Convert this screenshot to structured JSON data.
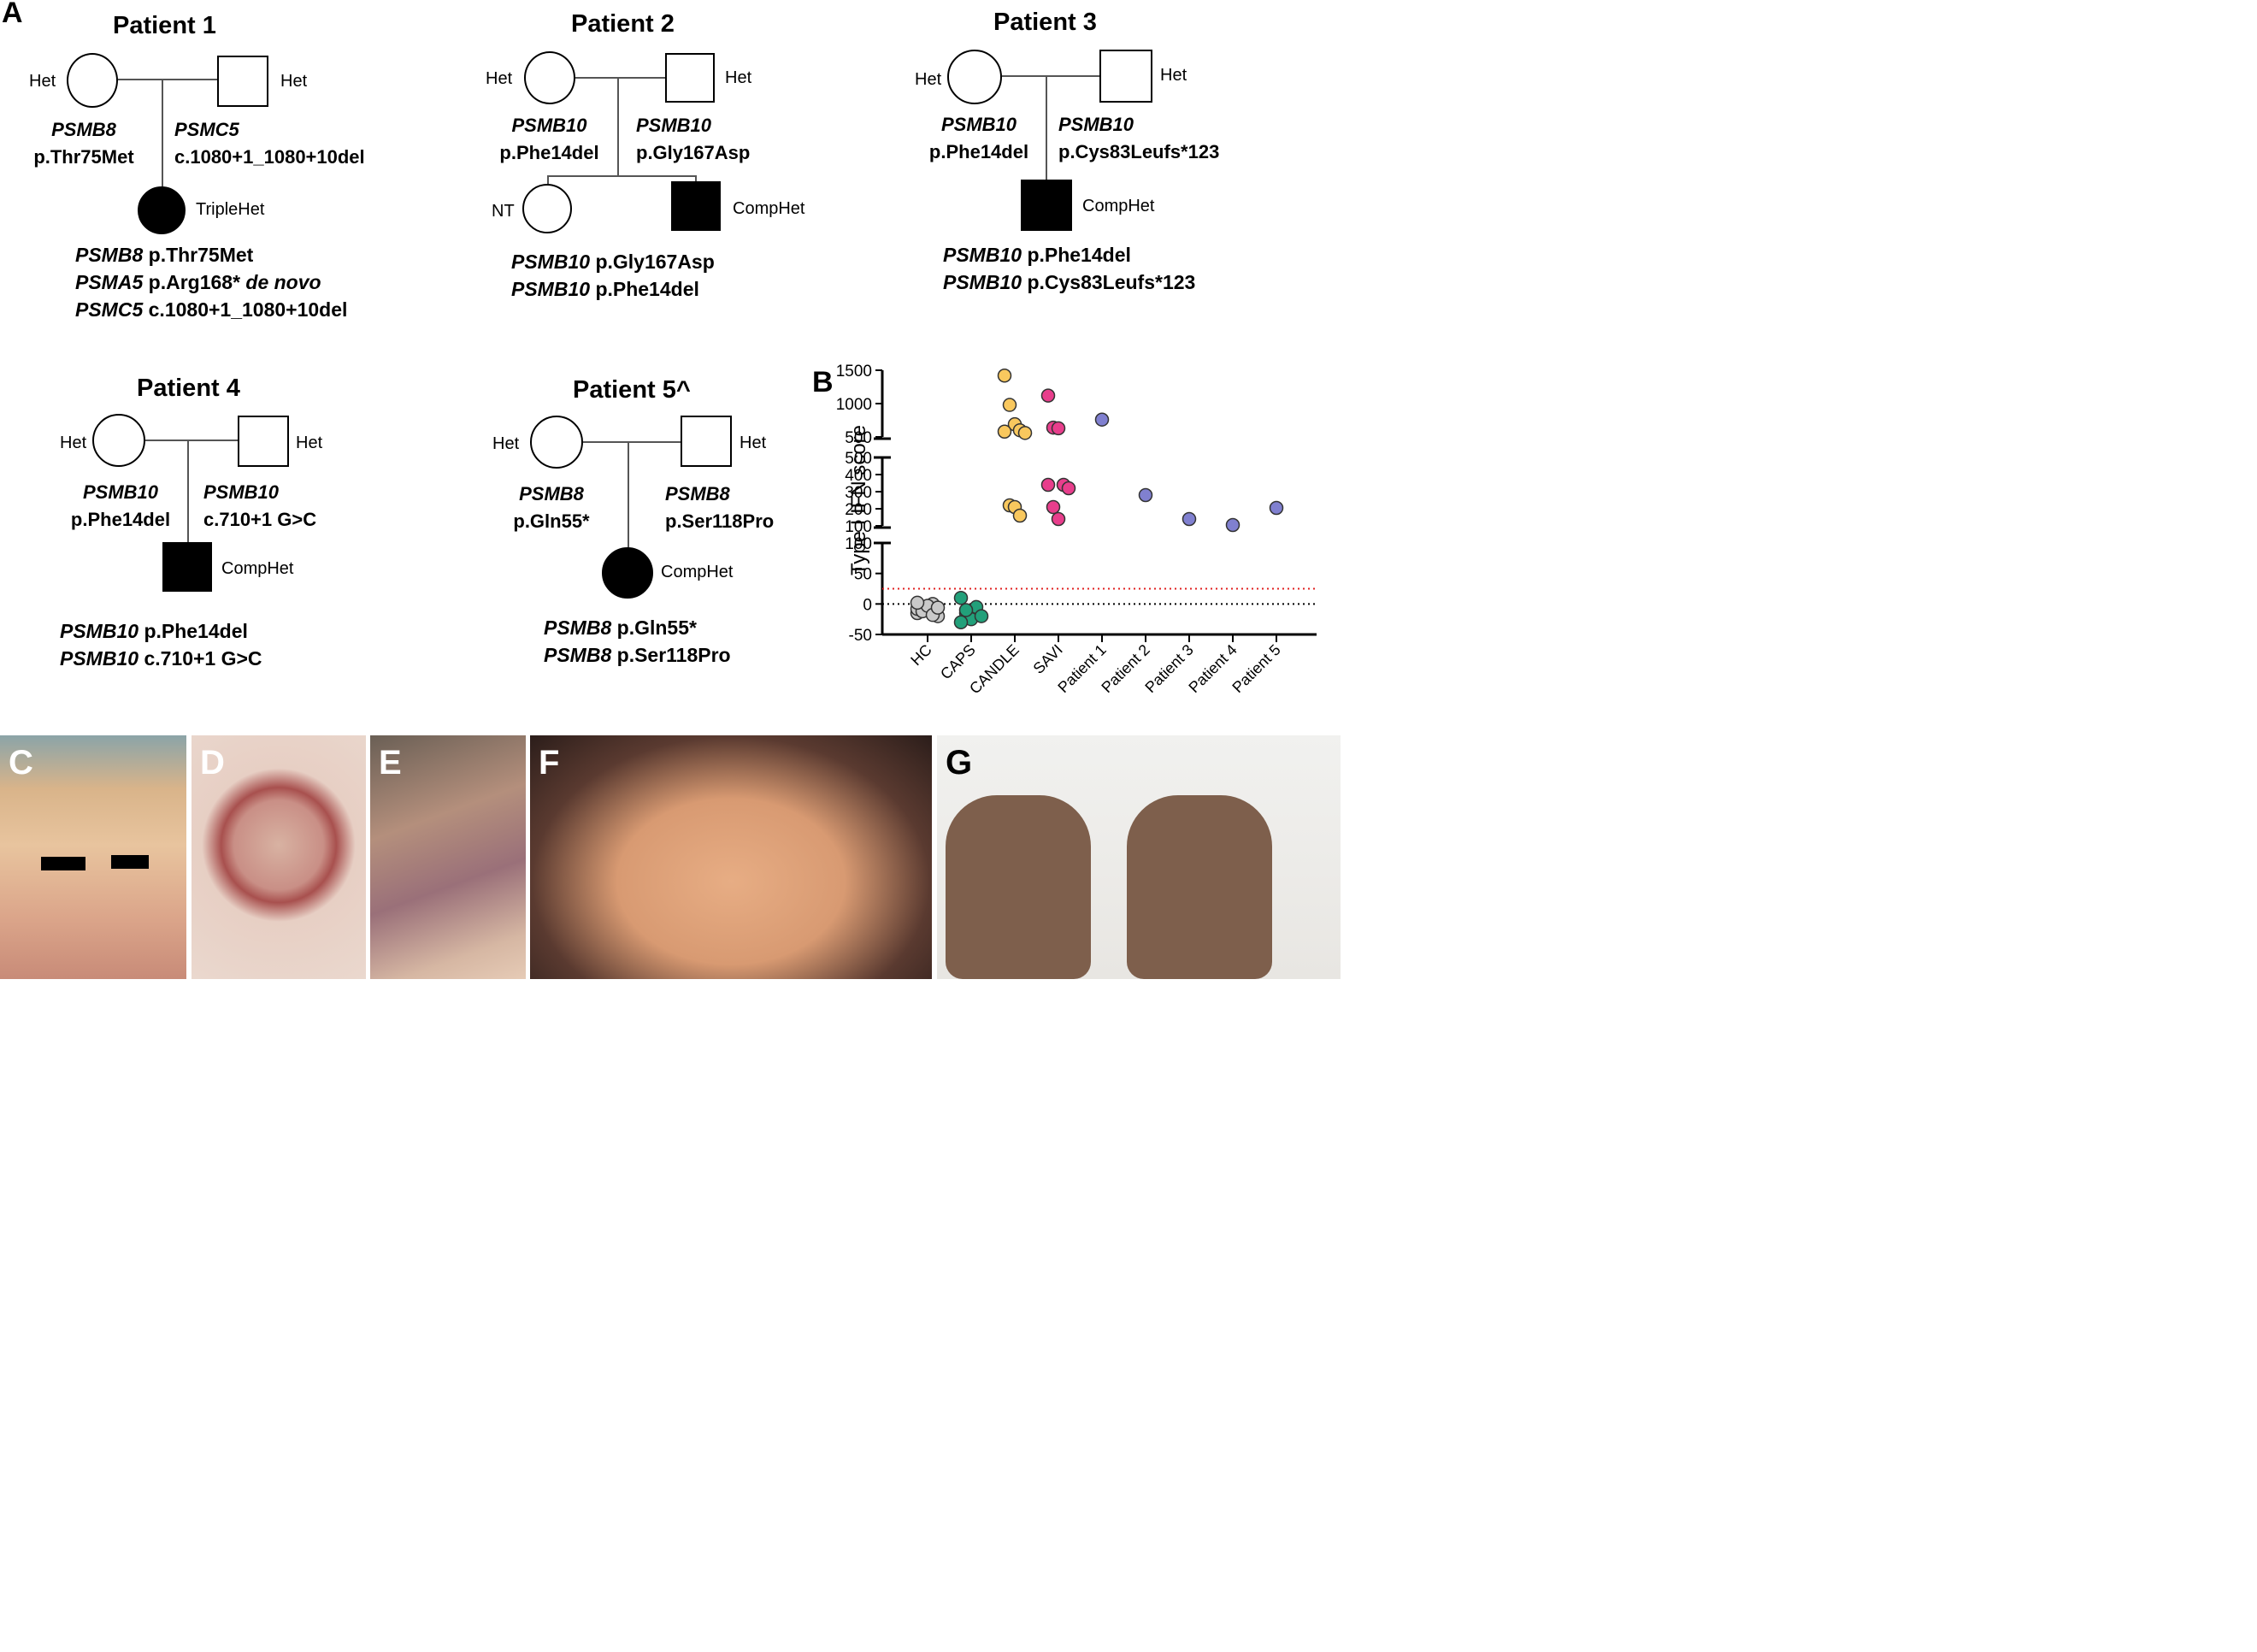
{
  "panel_labels": {
    "a": "A",
    "b": "B",
    "c": "C",
    "d": "D",
    "e": "E",
    "f": "F",
    "g": "G"
  },
  "patients": [
    {
      "title": "Patient 1",
      "mother": "Het",
      "father": "Het",
      "mother_gene": "PSMB8",
      "mother_variant": "p.Thr75Met",
      "father_gene": "PSMC5",
      "father_variant": "c.1080+1_1080+10del",
      "child_label": "TripleHet",
      "summary": [
        {
          "gene": "PSMB8",
          "variant": "p.Thr75Met",
          "note": ""
        },
        {
          "gene": "PSMA5",
          "variant": "p.Arg168*",
          "note": "de novo"
        },
        {
          "gene": "PSMC5",
          "variant": "c.1080+1_1080+10del",
          "note": ""
        }
      ]
    },
    {
      "title": "Patient 2",
      "mother": "Het",
      "father": "Het",
      "mother_gene": "PSMB10",
      "mother_variant": "p.Phe14del",
      "father_gene": "PSMB10",
      "father_variant": "p.Gly167Asp",
      "sibling_label": "NT",
      "child_label": "CompHet",
      "summary": [
        {
          "gene": "PSMB10",
          "variant": "p.Gly167Asp"
        },
        {
          "gene": "PSMB10",
          "variant": "p.Phe14del"
        }
      ]
    },
    {
      "title": "Patient 3",
      "mother": "Het",
      "father": "Het",
      "mother_gene": "PSMB10",
      "mother_variant": "p.Phe14del",
      "father_gene": "PSMB10",
      "father_variant": "p.Cys83Leufs*123",
      "child_label": "CompHet",
      "summary": [
        {
          "gene": "PSMB10",
          "variant": "p.Phe14del"
        },
        {
          "gene": "PSMB10",
          "variant": "p.Cys83Leufs*123"
        }
      ]
    },
    {
      "title": "Patient 4",
      "mother": "Het",
      "father": "Het",
      "mother_gene": "PSMB10",
      "mother_variant": "p.Phe14del",
      "father_gene": "PSMB10",
      "father_variant": "c.710+1 G>C",
      "child_label": "CompHet",
      "summary": [
        {
          "gene": "PSMB10",
          "variant": "p.Phe14del"
        },
        {
          "gene": "PSMB10",
          "variant": "c.710+1 G>C"
        }
      ]
    },
    {
      "title": "Patient 5^",
      "mother": "Het",
      "father": "Het",
      "mother_gene": "PSMB8",
      "mother_variant": "p.Gln55*",
      "father_gene": "PSMB8",
      "father_variant": "p.Ser118Pro",
      "child_label": "CompHet",
      "summary": [
        {
          "gene": "PSMB8",
          "variant": "p.Gln55*"
        },
        {
          "gene": "PSMB8",
          "variant": "p.Ser118Pro"
        }
      ]
    }
  ],
  "chart_data": {
    "type": "scatter",
    "ylabel": "Type I IFN score",
    "categories": [
      "HC",
      "CAPS",
      "CANDLE",
      "SAVI",
      "Patient 1",
      "Patient 2",
      "Patient 3",
      "Patient 4",
      "Patient 5"
    ],
    "yticks_lower": [
      "-50",
      "0",
      "50",
      "100"
    ],
    "yticks_middle": [
      "100",
      "200",
      "300",
      "400",
      "500"
    ],
    "yticks_upper": [
      "500",
      "1000",
      "1500"
    ],
    "threshold_red": 25,
    "zero_line": 0,
    "broken_axis": true,
    "series": [
      {
        "category": "HC",
        "color": "#c9c9c9",
        "values": [
          -15,
          -10,
          -5,
          0,
          -20,
          -8,
          -12,
          -3,
          -18,
          -6,
          2
        ]
      },
      {
        "category": "CAPS",
        "color": "#22a07a",
        "values": [
          10,
          -15,
          -25,
          -5,
          -20,
          -30,
          -10
        ]
      },
      {
        "category": "CANDLE",
        "color": "#f9c85e",
        "values": [
          1420,
          980,
          690,
          600,
          560,
          580,
          220,
          210,
          160
        ]
      },
      {
        "category": "SAVI",
        "color": "#e83e8c",
        "values": [
          1120,
          640,
          630,
          340,
          320,
          340,
          210,
          140
        ]
      },
      {
        "category": "Patient 1",
        "color": "#8080d0",
        "values": [
          760
        ]
      },
      {
        "category": "Patient 2",
        "color": "#8080d0",
        "values": [
          280
        ]
      },
      {
        "category": "Patient 3",
        "color": "#8080d0",
        "values": [
          140
        ]
      },
      {
        "category": "Patient 4",
        "color": "#8080d0",
        "values": [
          105
        ]
      },
      {
        "category": "Patient 5",
        "color": "#8080d0",
        "values": [
          205
        ]
      }
    ]
  }
}
